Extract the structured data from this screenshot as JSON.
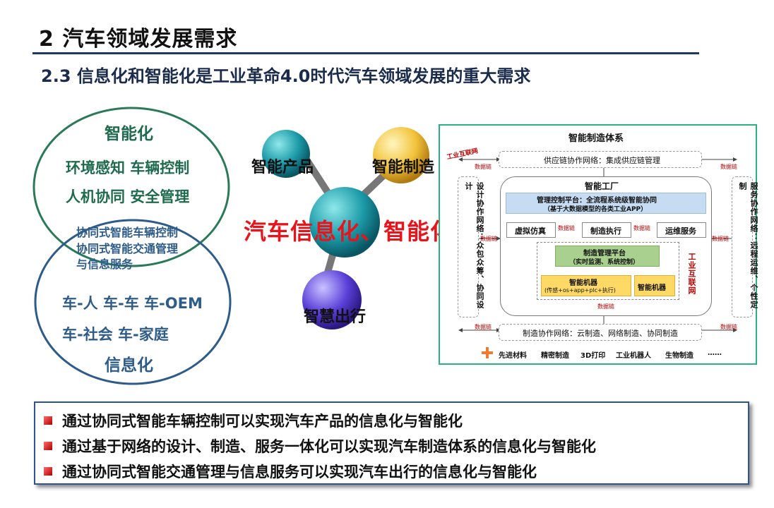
{
  "header": {
    "title": "2  汽车领域发展需求",
    "subtitle": "2.3  信息化和智能化是工业革命4.0时代汽车领域发展的重大需求"
  },
  "venn": {
    "top_title": "智能化",
    "top_line1": "环境感知  车辆控制",
    "top_line2": "人机协同  安全管理",
    "overlap_line1": "协同式智能车辆控制",
    "overlap_line2": "协同式智能交通管理",
    "overlap_line3": "与信息服务",
    "bottom_line1": "车-人  车-车  车-OEM",
    "bottom_line2": "车-社会  车-家庭",
    "bottom_title": "信息化"
  },
  "hub": {
    "center_text": "汽车信息化、智能化",
    "product": "智能产品",
    "manufacturing": "智能制造",
    "mobility": "智慧出行"
  },
  "system": {
    "title": "智能制造体系",
    "industrial_internet_tag": "工业互联网",
    "supply_chain": "供应链协作网络：集成供应链管理",
    "design_network": "设计协作网络：众包众筹、协同设计",
    "service_network": "服务协作网络：远程运维、个性定制",
    "factory": "智能工厂",
    "mgmt_platform_line1": "管理控制平台：全流程系统级智能协同",
    "mgmt_platform_line2": "（基于大数据模型的各类工业APP）",
    "virtual_sim": "虚拟仿真",
    "mfg_exec": "制造执行",
    "ops_service": "运维服务",
    "mfg_platform_line1": "制造管理平台",
    "mfg_platform_line2": "（实时监测、系统控制）",
    "machine1_line1": "智能机器",
    "machine1_line2": "(传感+os+app+plc+执行)",
    "machine2": "智能机器",
    "inner_internet": "工业互联网",
    "data_chain": "数据链",
    "mfg_network": "制造协作网络：云制造、网络制造、协同制造",
    "footer_items": [
      "先进材料",
      "精密制造",
      "3D打印",
      "工业机器人",
      "生物制造",
      "……"
    ]
  },
  "bullets": [
    "通过协同式智能车辆控制可以实现汽车产品的信息化与智能化",
    "通过基于网络的设计、制造、服务一体化可以实现汽车制造体系的信息化与智能化",
    "通过协同式智能交通管理与信息服务可以实现汽车出行的信息化与智能化"
  ],
  "colors": {
    "green_text": "#1f6b4f",
    "blue_text": "#2e5c8a",
    "accent_red": "#e8141c",
    "frame_green": "#2bb07f",
    "navy": "#1f3864"
  }
}
